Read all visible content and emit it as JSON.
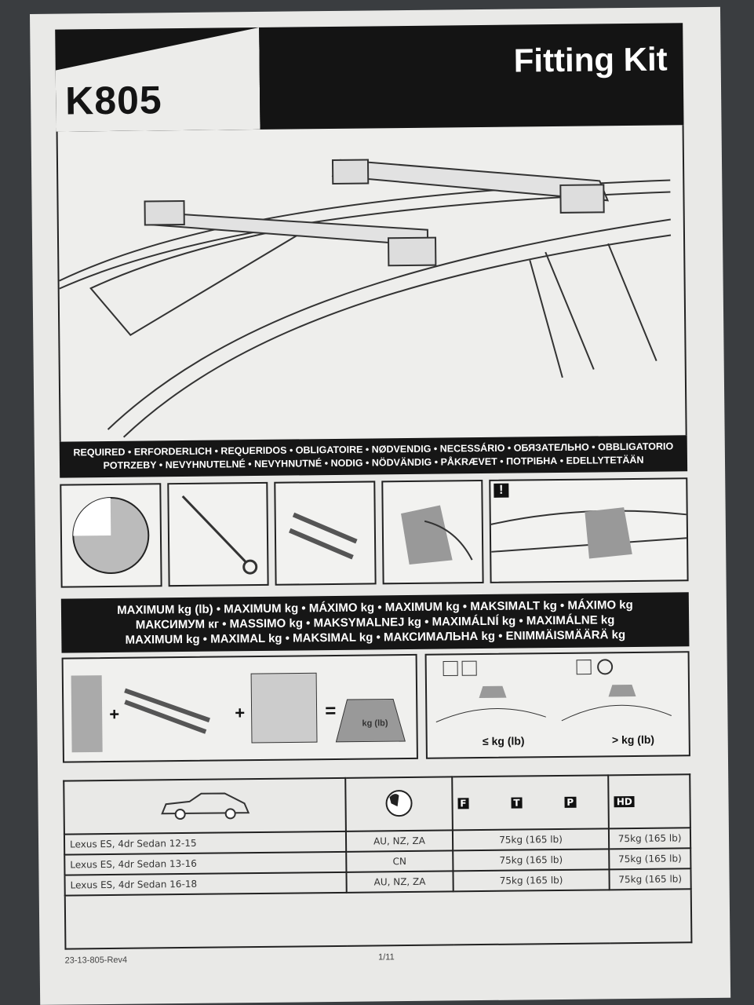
{
  "header": {
    "code": "K805",
    "title": "Fitting Kit"
  },
  "required_band": {
    "line1": "REQUIRED • ERFORDERLICH • REQUERIDOS • OBLIGATOIRE • NØDVENDIG • NECESSÁRIO • ОБЯЗАТЕЛЬНО • OBBLIGATORIO",
    "line2": "POTRZEBY • NEVYHNUTELNÉ • NEVYHNUTNÉ • NODIG • NÖDVÄNDIG • PÅKRÆVET • ПОТРІБНА • EDELLYTETÄÄN"
  },
  "warning_mark": "!",
  "maximum_band": {
    "line1": "MAXIMUM kg (lb) • MAXIMUM kg • MÁXIMO kg • MAXIMUM kg • MAKSIMALT kg • MÁXIMO kg",
    "line2": "МАКСИМУМ кг • MASSIMO kg • MAKSYMALNEJ kg • MAXIMÁLNÍ kg • MAXIMÁLNE kg",
    "line3": "MAXIMUM kg • MAXIMAL kg • MAKSIMAL kg • МАКСИМАЛЬНА kg • ENIMMÄISMÄÄRÄ kg"
  },
  "weight_diagram": {
    "plus": "+",
    "equals": "=",
    "weight_label": "kg (lb)",
    "ok_label": "≤ kg (lb)",
    "bad_label": "> kg (lb)"
  },
  "table": {
    "bar_types": [
      "F",
      "T",
      "P",
      "HD"
    ],
    "rows": [
      {
        "vehicle": "Lexus ES, 4dr Sedan 12-15",
        "region": "AU, NZ, ZA",
        "ftp": "75kg (165 lb)",
        "hd": "75kg (165 lb)"
      },
      {
        "vehicle": "Lexus ES, 4dr Sedan 13-16",
        "region": "CN",
        "ftp": "75kg (165 lb)",
        "hd": "75kg (165 lb)"
      },
      {
        "vehicle": "Lexus ES, 4dr Sedan 16-18",
        "region": "AU, NZ, ZA",
        "ftp": "75kg (165 lb)",
        "hd": "75kg (165 lb)"
      }
    ]
  },
  "footer": {
    "doc_number": "23-13-805-Rev4",
    "page": "1/11"
  }
}
